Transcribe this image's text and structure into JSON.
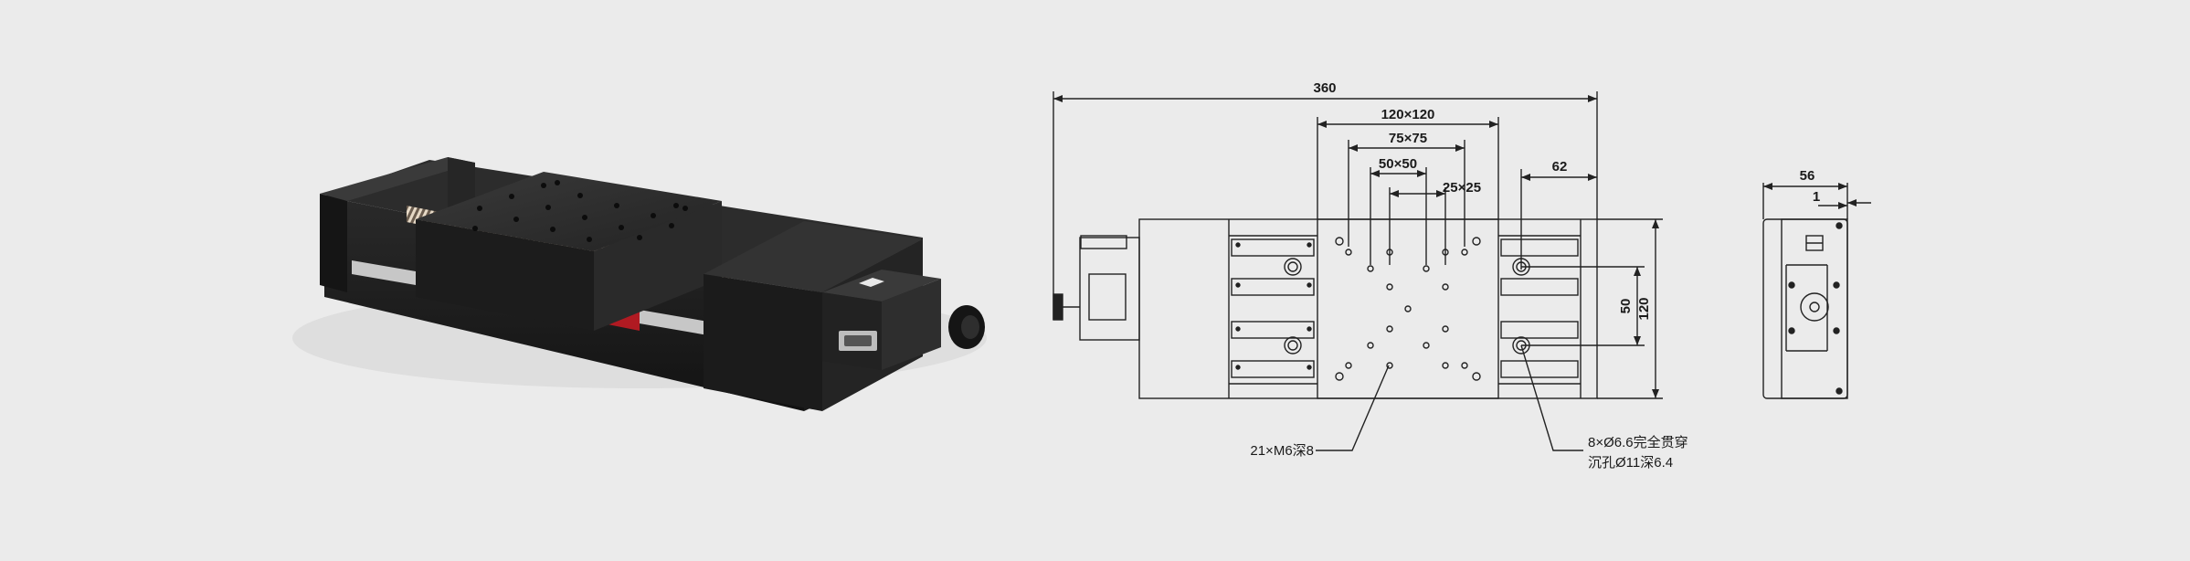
{
  "colors": {
    "background": "#ebebeb",
    "stage_body": "#1f1f1f",
    "stage_top": "#2b2b2b",
    "accent_red": "#b01a22",
    "rail": "#c8c8c8",
    "drawing_line": "#222222"
  },
  "dimensions": {
    "overall_length": "360",
    "table_120": "120×120",
    "table_75": "75×75",
    "table_50": "50×50",
    "table_25": "25×25",
    "offset_62": "62",
    "side_width": "56",
    "side_offset": "1",
    "vertical_50": "50",
    "vertical_120": "120"
  },
  "callouts": {
    "tapped_holes": "21×M6深8",
    "through_holes_line1": "8×Ø6.6完全贯穿",
    "through_holes_line2": "沉孔Ø11深6.4"
  }
}
